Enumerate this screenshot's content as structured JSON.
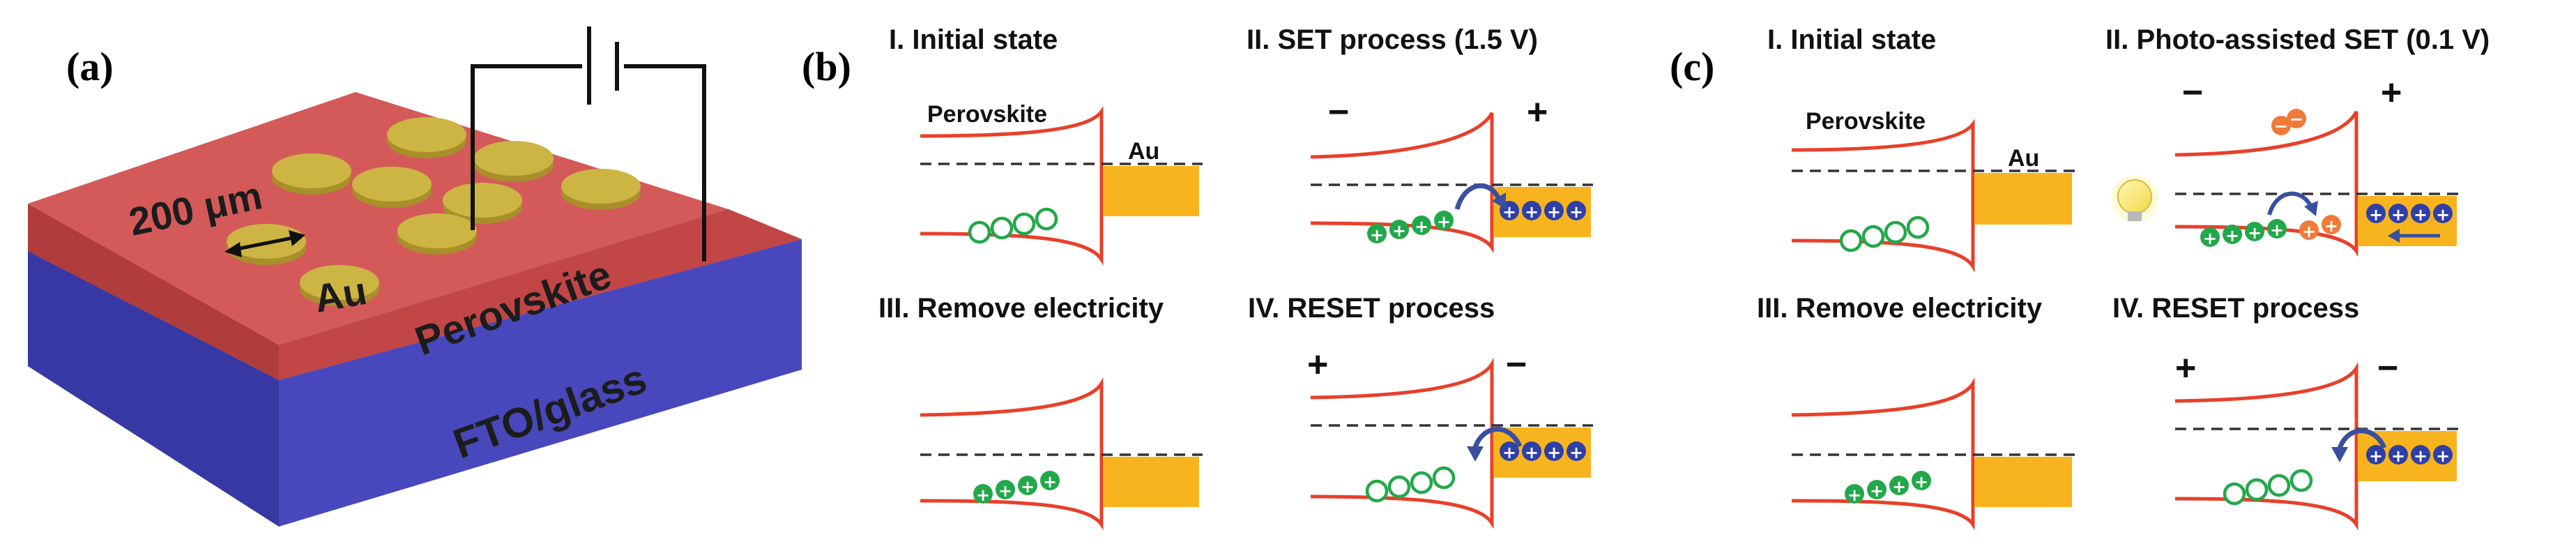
{
  "panel_a": {
    "label": "(a)",
    "scale_text": "200 μm",
    "electrode_text": "Au",
    "layer_perovskite": "Perovskite",
    "layer_fto": "FTO/glass",
    "colors": {
      "perovskite": "#cc5050",
      "fto": "#4e4ec0",
      "electrode": "#cdb544"
    }
  },
  "panel_b": {
    "label": "(b)",
    "sub1_title": "I. Initial state",
    "sub2_title": "II. SET process (1.5 V)",
    "sub3_title": "III. Remove electricity",
    "sub4_title": "IV. RESET process",
    "perovskite_label": "Perovskite",
    "au_label": "Au",
    "minus": "−",
    "plus": "+"
  },
  "panel_c": {
    "label": "(c)",
    "sub1_title": "I. Initial state",
    "sub2_title": "II. Photo-assisted SET (0.1 V)",
    "sub3_title": "III. Remove electricity",
    "sub4_title": "IV. RESET process",
    "perovskite_label": "Perovskite",
    "au_label": "Au",
    "minus": "−",
    "plus": "+"
  },
  "colors": {
    "band": "#e8402a",
    "ion_green": "#22a84a",
    "ion_blue": "#2f3fa8",
    "electron_orange": "#f07a3a",
    "au_fill": "#f8b41e",
    "arrow": "#3a4fa0"
  }
}
